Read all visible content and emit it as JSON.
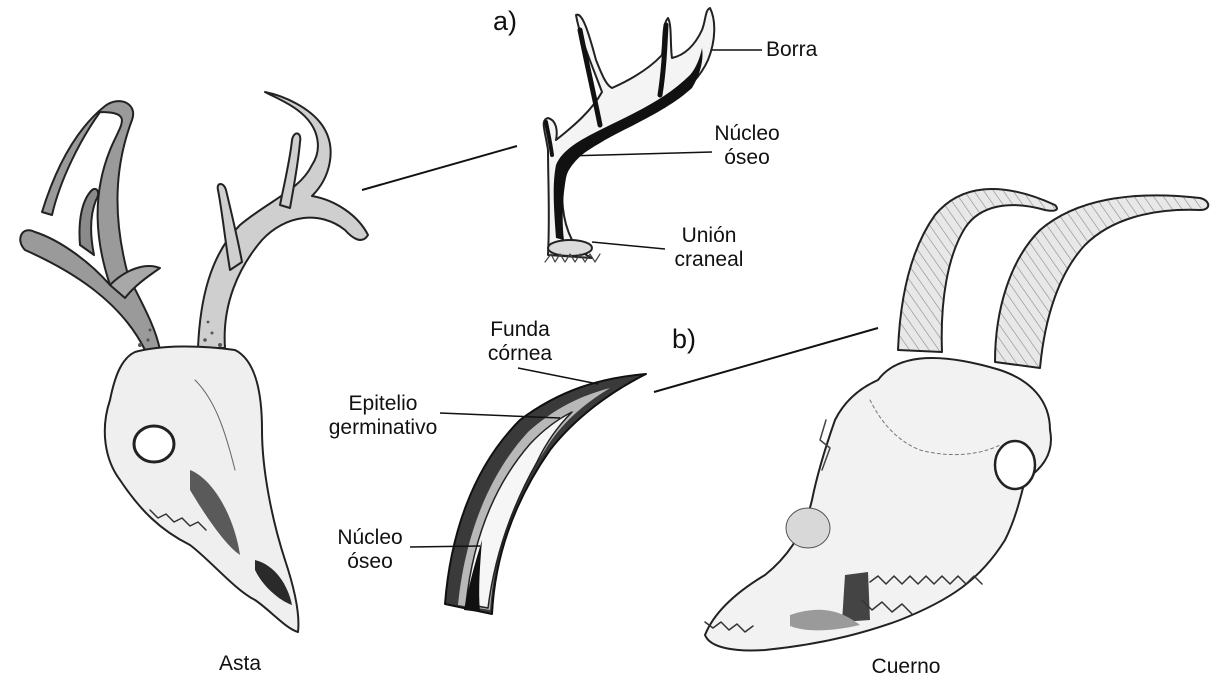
{
  "panels": {
    "a": "a)",
    "b": "b)"
  },
  "labels": {
    "borra": "Borra",
    "nucleo_a_1": "Núcleo",
    "nucleo_a_2": "óseo",
    "union_1": "Unión",
    "union_2": "craneal",
    "funda_1": "Funda",
    "funda_2": "córnea",
    "epitelio_1": "Epitelio",
    "epitelio_2": "germinativo",
    "nucleo_b_1": "Núcleo",
    "nucleo_b_2": "óseo"
  },
  "captions": {
    "asta": "Asta",
    "cuerno": "Cuerno"
  }
}
